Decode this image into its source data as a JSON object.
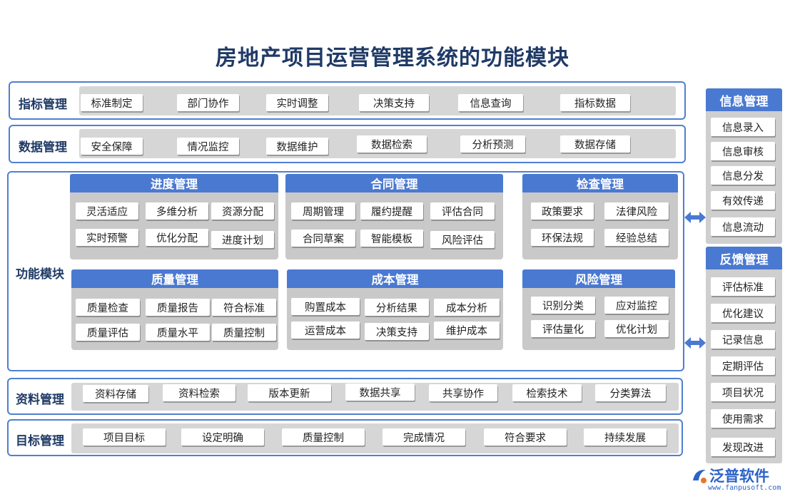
{
  "title": "房地产项目运营管理系统的功能模块",
  "colors": {
    "accent": "#4a79d1",
    "title": "#1f3a66",
    "tray": "#d6d6d6"
  },
  "rows": {
    "indicator": {
      "label": "指标管理",
      "items": [
        "标准制定",
        "部门协作",
        "实时调整",
        "决策支持",
        "信息查询",
        "指标数据"
      ]
    },
    "data": {
      "label": "数据管理",
      "items": [
        "安全保障",
        "情况监控",
        "数据维护",
        "数据检索",
        "分析预测",
        "数据存储"
      ]
    },
    "materials": {
      "label": "资料管理",
      "items": [
        "资料存储",
        "资料检索",
        "版本更新",
        "数据共享",
        "共享协作",
        "检索技术",
        "分类算法"
      ]
    },
    "goals": {
      "label": "目标管理",
      "items": [
        "项目目标",
        "设定明确",
        "质量控制",
        "完成情况",
        "符合要求",
        "持续发展"
      ]
    }
  },
  "functions": {
    "label": "功能模块",
    "panels": [
      {
        "title": "进度管理",
        "items": [
          "灵活适应",
          "多维分析",
          "资源分配",
          "实时预警",
          "优化分配",
          "进度计划"
        ]
      },
      {
        "title": "合同管理",
        "items": [
          "周期管理",
          "履约提醒",
          "评估合同",
          "合同草案",
          "智能模板",
          "风险评估"
        ]
      },
      {
        "title": "检查管理",
        "items": [
          "政策要求",
          "法律风险",
          "环保法规",
          "经验总结"
        ]
      },
      {
        "title": "质量管理",
        "items": [
          "质量检查",
          "质量报告",
          "符合标准",
          "质量评估",
          "质量水平",
          "质量控制"
        ]
      },
      {
        "title": "成本管理",
        "items": [
          "购置成本",
          "分析结果",
          "成本分析",
          "运营成本",
          "决策支持",
          "维护成本"
        ]
      },
      {
        "title": "风险管理",
        "items": [
          "识别分类",
          "应对监控",
          "评估量化",
          "优化计划"
        ]
      }
    ]
  },
  "side": {
    "info": {
      "title": "信息管理",
      "items": [
        "信息录入",
        "信息审核",
        "信息分发",
        "有效传递",
        "信息流动"
      ]
    },
    "feedback": {
      "title": "反馈管理",
      "items": [
        "评估标准",
        "优化建议",
        "记录信息",
        "定期评估",
        "项目状况",
        "使用需求",
        "发现改进"
      ]
    }
  },
  "logo": {
    "name": "泛普软件",
    "url": "www.fanpusoft.com"
  }
}
